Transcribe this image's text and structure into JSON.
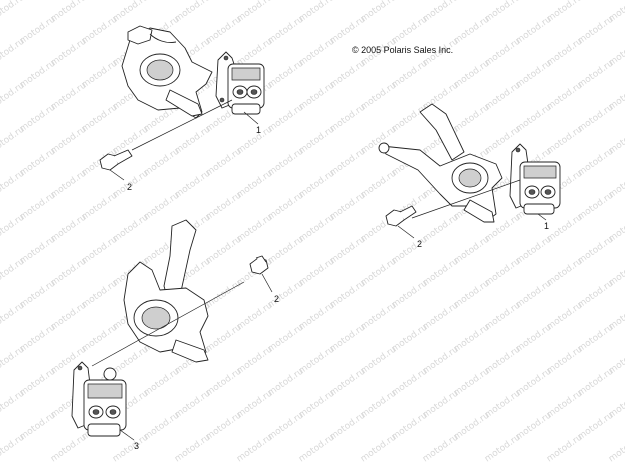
{
  "copyright": "© 2005 Polaris Sales Inc.",
  "watermark_text": "motod.ru",
  "callouts": {
    "top_caliper": "1",
    "top_bolt": "2",
    "right_caliper": "1",
    "right_bolt": "2",
    "bottom_bolt": "2",
    "bottom_caliper": "3"
  }
}
